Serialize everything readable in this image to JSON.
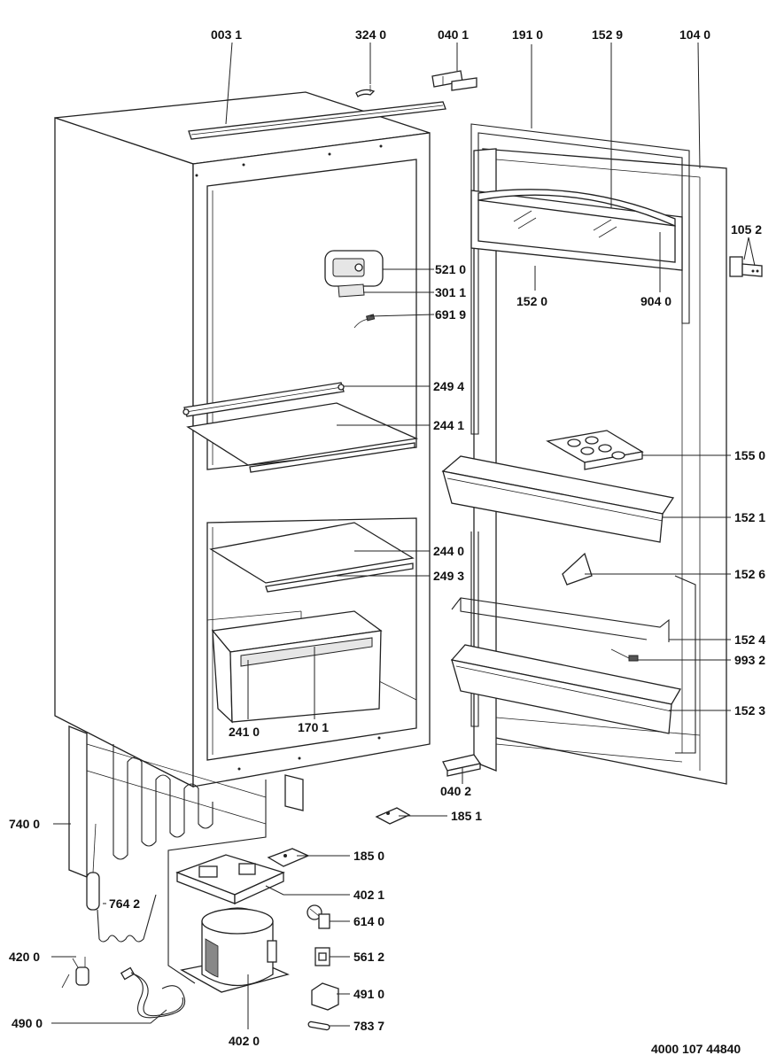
{
  "document_ref": "4000 107 44840",
  "parts": [
    {
      "id": "p0031",
      "label": "003 1"
    },
    {
      "id": "p3240",
      "label": "324 0"
    },
    {
      "id": "p0401",
      "label": "040 1"
    },
    {
      "id": "p1910",
      "label": "191 0"
    },
    {
      "id": "p1529",
      "label": "152 9"
    },
    {
      "id": "p1040",
      "label": "104 0"
    },
    {
      "id": "p1052",
      "label": "105 2"
    },
    {
      "id": "p5210",
      "label": "521 0"
    },
    {
      "id": "p3011",
      "label": "301 1"
    },
    {
      "id": "p6919",
      "label": "691 9"
    },
    {
      "id": "p1520",
      "label": "152 0"
    },
    {
      "id": "p9040",
      "label": "904 0"
    },
    {
      "id": "p2494",
      "label": "249 4"
    },
    {
      "id": "p2441",
      "label": "244 1"
    },
    {
      "id": "p1550",
      "label": "155 0"
    },
    {
      "id": "p1521",
      "label": "152 1"
    },
    {
      "id": "p2440",
      "label": "244 0"
    },
    {
      "id": "p2493",
      "label": "249 3"
    },
    {
      "id": "p1526",
      "label": "152 6"
    },
    {
      "id": "p1524",
      "label": "152 4"
    },
    {
      "id": "p9932",
      "label": "993 2"
    },
    {
      "id": "p1523",
      "label": "152 3"
    },
    {
      "id": "p2410",
      "label": "241 0"
    },
    {
      "id": "p1701",
      "label": "170 1"
    },
    {
      "id": "p0402",
      "label": "040 2"
    },
    {
      "id": "p1851",
      "label": "185 1"
    },
    {
      "id": "p7400",
      "label": "740 0"
    },
    {
      "id": "p1850",
      "label": "185 0"
    },
    {
      "id": "p4021",
      "label": "402 1"
    },
    {
      "id": "p7642",
      "label": "764 2"
    },
    {
      "id": "p6140",
      "label": "614 0"
    },
    {
      "id": "p4200",
      "label": "420 0"
    },
    {
      "id": "p5612",
      "label": "561 2"
    },
    {
      "id": "p4910",
      "label": "491 0"
    },
    {
      "id": "p4900",
      "label": "490 0"
    },
    {
      "id": "p7837",
      "label": "783 7"
    },
    {
      "id": "p4020",
      "label": "402 0"
    }
  ]
}
